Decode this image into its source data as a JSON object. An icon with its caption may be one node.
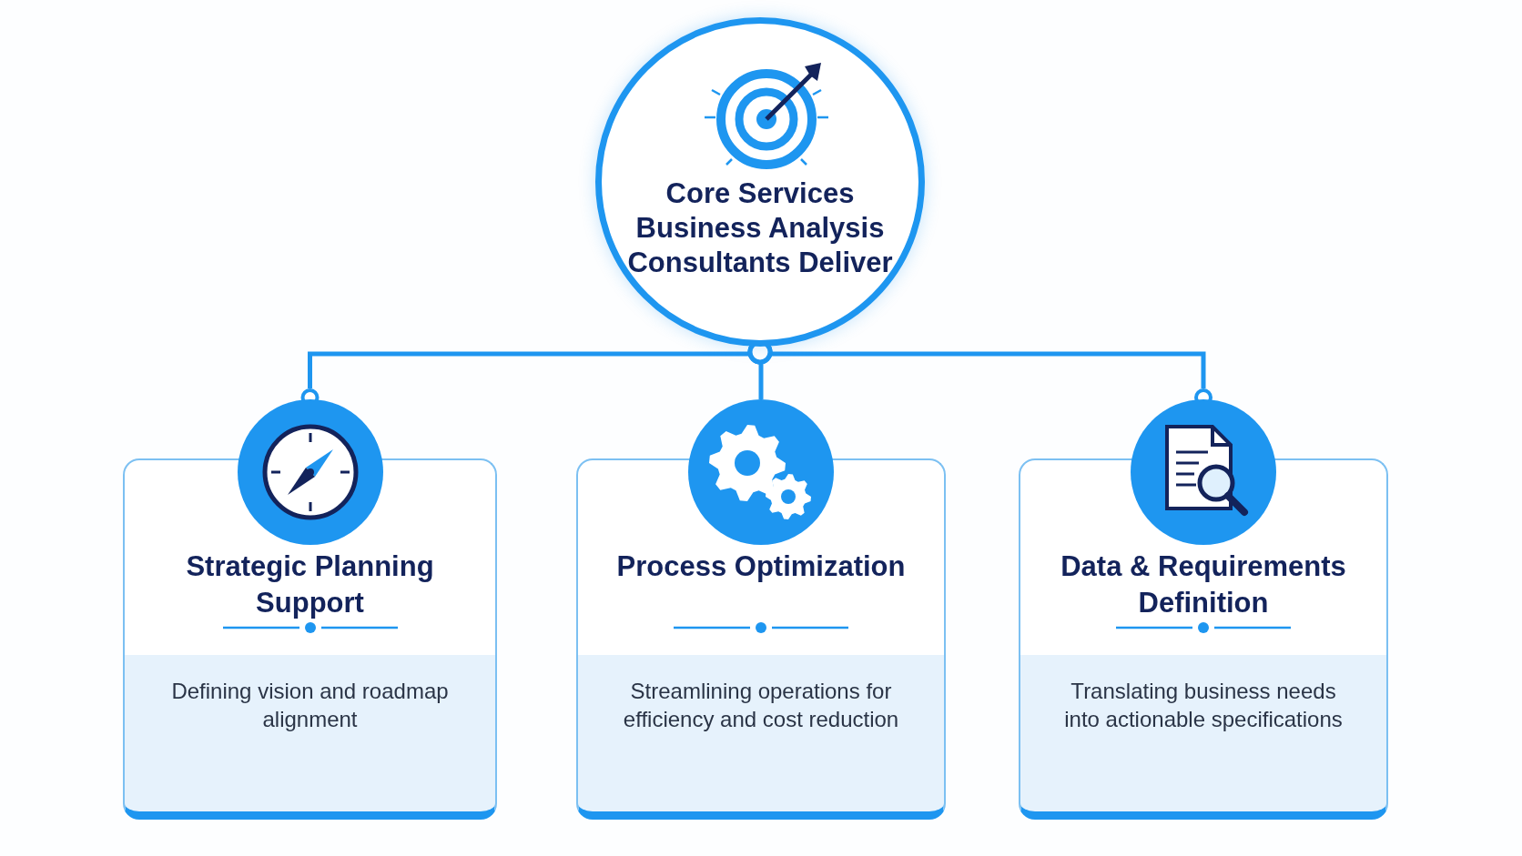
{
  "diagram": {
    "nodes": [
      {
        "text": [
          "Core Services Business Analysis Consultants Deliver"
        ]
      },
      {
        "text": [
          "Strategic Planning Support",
          "Defining vision and roadmap alignment"
        ]
      },
      {
        "text": [
          "Process Optimization",
          "Streamlining operations for efficiency and cost reduction"
        ]
      },
      {
        "text": [
          "Data & Requirements Definition",
          "Translating business needs into actionable specifications"
        ]
      }
    ],
    "edges": [
      {
        "from": 0,
        "to": 1,
        "arrow": "other"
      },
      {
        "from": 0,
        "to": 2,
        "arrow": "other"
      },
      {
        "from": 0,
        "to": 3,
        "arrow": "other"
      }
    ]
  }
}
